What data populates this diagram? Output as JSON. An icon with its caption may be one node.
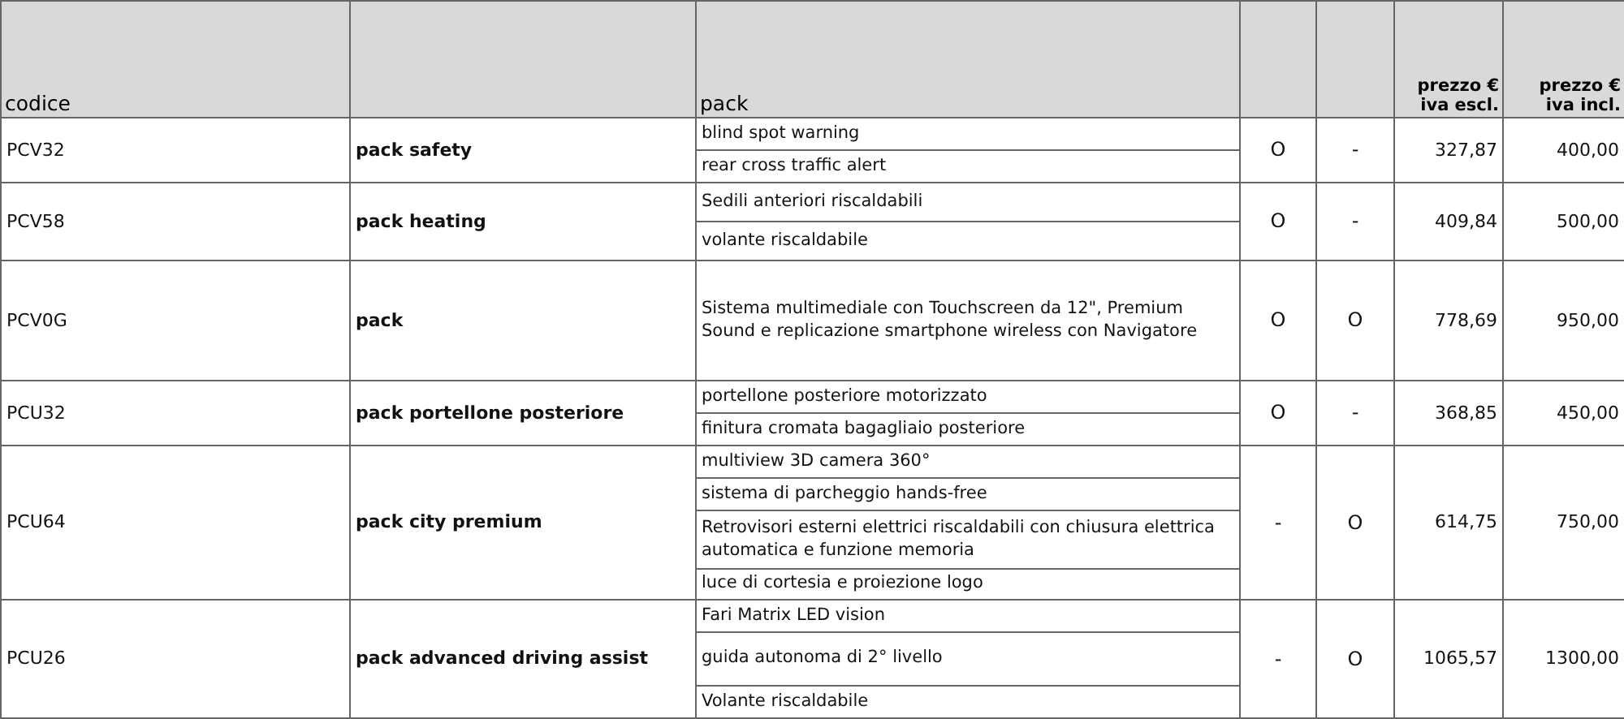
{
  "diagram": {
    "labels": [
      "codice",
      "pack",
      "prezzo € iva escl.",
      "prezzo € iva incl.",
      "PCV32",
      "pack safety",
      "blind spot warning",
      "O",
      "-",
      "327,87",
      "400,00",
      "rear cross traffic alert",
      "PCV58",
      "pack heating",
      "Sedili anteriori riscaldabili",
      "O",
      "-",
      "409,84",
      "500,00",
      "volante riscaldabile",
      "PCV0G",
      "pack",
      "Sistema multimediale con Touchscreen da 12\", Premium Sound e replicazione smartphone wireless con Navigatore",
      "O",
      "O",
      "778,69",
      "950,00",
      "PCU32",
      "pack portellone posteriore",
      "portellone posteriore motorizzato",
      "O",
      "-",
      "368,85",
      "450,00",
      "finitura cromata bagagliaio posteriore",
      "PCU64",
      "pack city premium",
      "multiview 3D camera 360°",
      "-",
      "O",
      "614,75",
      "750,00",
      "sistema di parcheggio hands-free",
      "Retrovisori esterni elettrici riscaldabili con chiusura elettrica automatica e funzione memoria",
      "luce di cortesia e proiezione logo",
      "Fari Matrix LED vision",
      "PCU26",
      "pack advanced driving assist",
      "guida autonoma di 2° livello",
      "-",
      "O",
      "1065,57",
      "1300,00",
      "Volante riscaldabile"
    ]
  }
}
